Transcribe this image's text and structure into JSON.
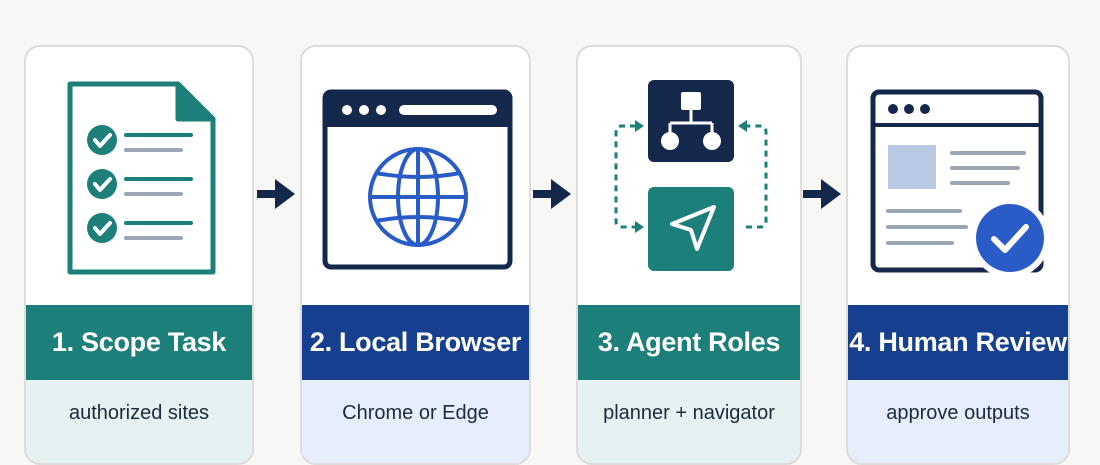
{
  "steps": [
    {
      "title": "1. Scope Task",
      "subtitle": "authorized sites",
      "icon": "checklist-document-icon"
    },
    {
      "title": "2. Local Browser",
      "subtitle": "Chrome or Edge",
      "icon": "browser-globe-icon"
    },
    {
      "title": "3. Agent Roles",
      "subtitle": "planner + navigator",
      "icon": "planner-navigator-cycle-icon"
    },
    {
      "title": "4. Human Review",
      "subtitle": "approve outputs",
      "icon": "review-approved-icon"
    }
  ],
  "colors": {
    "teal": "#1d7f7a",
    "navy": "#163f8f",
    "dark_navy": "#14284b",
    "blue": "#2a5cc8",
    "pale_teal": "#e6f2f1",
    "pale_blue": "#e6eefb"
  }
}
